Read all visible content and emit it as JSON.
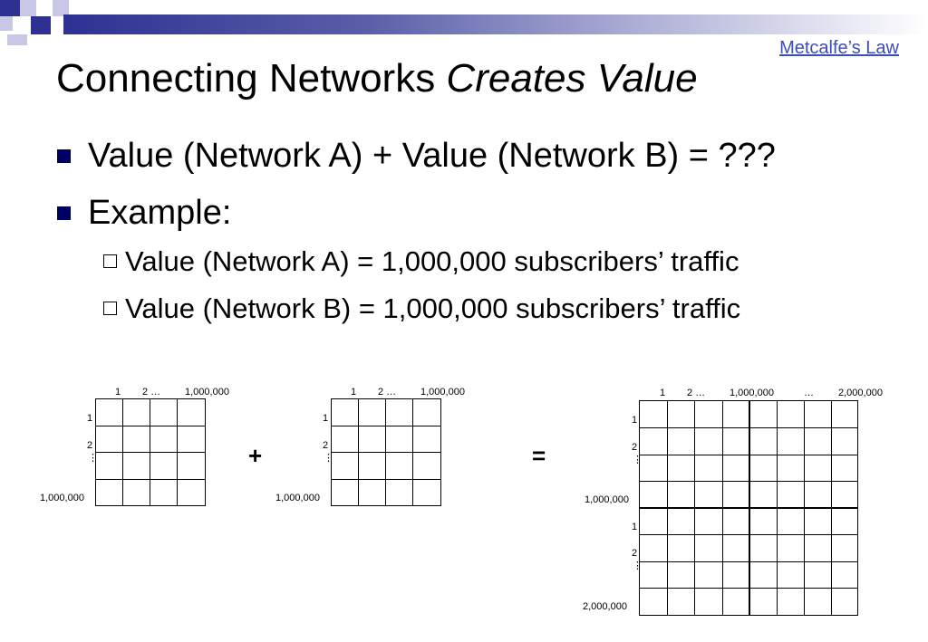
{
  "slide": {
    "link": "Metcalfe’s Law",
    "title_plain": "Connecting Networks ",
    "title_italic": "Creates Value",
    "bullets": [
      "Value (Network A) + Value (Network B) = ???",
      "Example:"
    ],
    "sub_bullets": [
      "Value (Network A) = 1,000,000 subscribers’ traffic",
      "Value (Network B) = 1,000,000 subscribers’ traffic"
    ],
    "colors": {
      "bullet": "#000064",
      "link": "#3d4db7",
      "top_bar": "#2e3192"
    }
  },
  "diagram": {
    "plus": "+",
    "equals": "=",
    "small_grid": {
      "cols": [
        "1",
        "2 …",
        "1,000,000"
      ],
      "rows": [
        "1",
        "2",
        "⋮",
        "1,000,000"
      ]
    },
    "big_grid": {
      "cols": [
        "1",
        "2 …",
        "1,000,000",
        "…",
        "2,000,000"
      ],
      "rows": [
        "1",
        "2",
        "⋮",
        "1,000,000",
        "1",
        "2",
        "⋮",
        "2,000,000"
      ]
    }
  }
}
